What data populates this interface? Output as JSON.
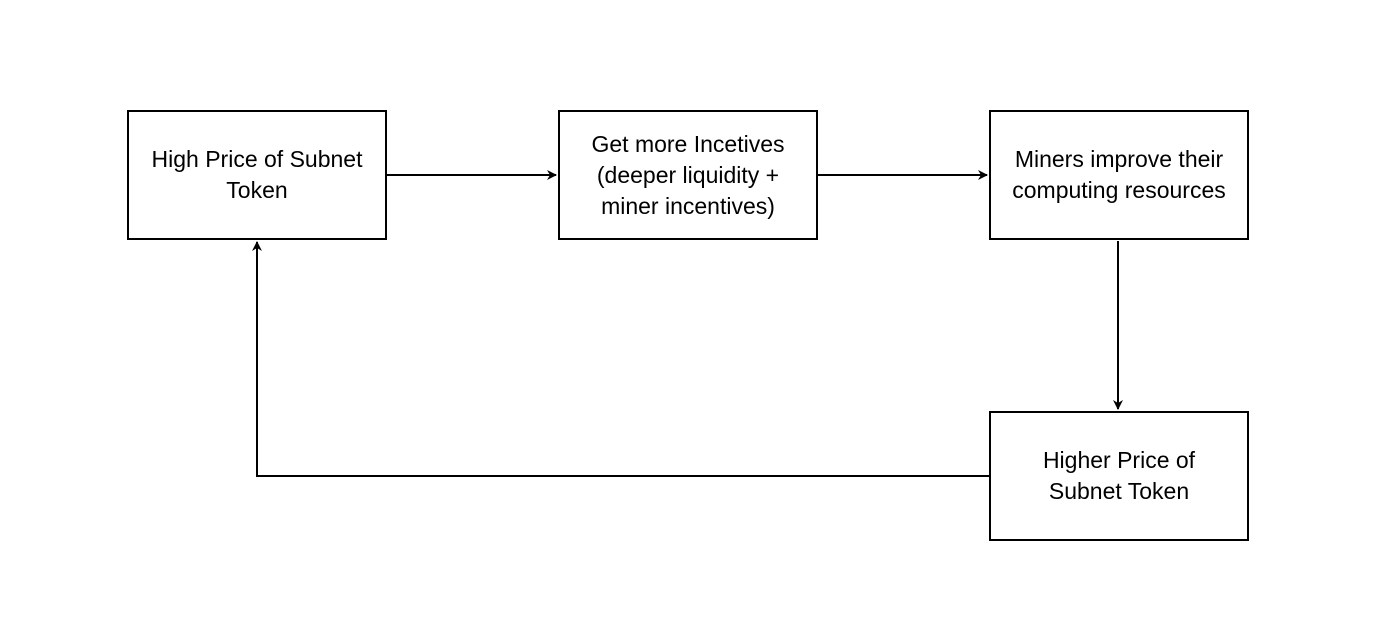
{
  "diagram": {
    "nodes": [
      {
        "id": "high-price",
        "label": "High Price of Subnet\nToken"
      },
      {
        "id": "incentives",
        "label": "Get more Incetives\n(deeper liquidity +\nminer incentives)"
      },
      {
        "id": "miners",
        "label": "Miners improve their\ncomputing resources"
      },
      {
        "id": "higher-price",
        "label": "Higher Price of\nSubnet Token"
      }
    ],
    "edges": [
      {
        "from": "high-price",
        "to": "incentives"
      },
      {
        "from": "incentives",
        "to": "miners"
      },
      {
        "from": "miners",
        "to": "higher-price"
      },
      {
        "from": "higher-price",
        "to": "high-price"
      }
    ],
    "colors": {
      "stroke": "#000000",
      "background": "#ffffff"
    }
  }
}
